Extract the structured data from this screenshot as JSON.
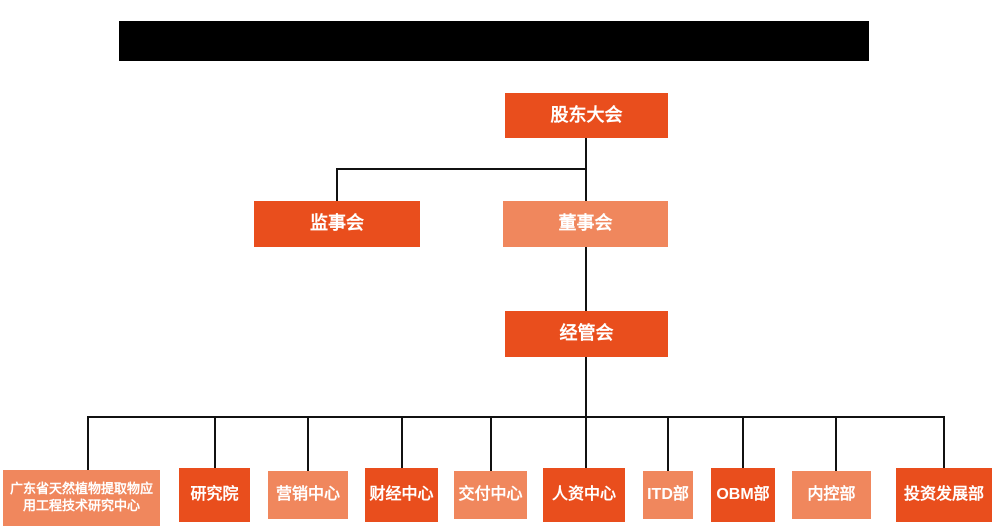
{
  "colors": {
    "primary": "#E94E1D",
    "secondary": "#F0875D",
    "line": "#111111",
    "node_text": "#FFFFFF",
    "redaction": "#000000",
    "background": "#FFFFFF"
  },
  "title_bar": {
    "type": "redacted-black-bar",
    "text": ""
  },
  "org_chart": {
    "type": "org-tree",
    "nodes": [
      {
        "label": "股东大会",
        "variant": "primary",
        "level": 1
      },
      {
        "label": "监事会",
        "variant": "primary",
        "level": 2
      },
      {
        "label": "董事会",
        "variant": "secondary",
        "level": 2
      },
      {
        "label": "经管会",
        "variant": "primary",
        "level": 3
      },
      {
        "label": "广东省天然植物提取物应用工程技术研究中心",
        "variant": "secondary",
        "level": 4
      },
      {
        "label": "研究院",
        "variant": "primary",
        "level": 4
      },
      {
        "label": "营销中心",
        "variant": "secondary",
        "level": 4
      },
      {
        "label": "财经中心",
        "variant": "primary",
        "level": 4
      },
      {
        "label": "交付中心",
        "variant": "secondary",
        "level": 4
      },
      {
        "label": "人资中心",
        "variant": "primary",
        "level": 4
      },
      {
        "label": "ITD部",
        "variant": "secondary",
        "level": 4
      },
      {
        "label": "OBM部",
        "variant": "primary",
        "level": 4
      },
      {
        "label": "内控部",
        "variant": "secondary",
        "level": 4
      },
      {
        "label": "投资发展部",
        "variant": "primary",
        "level": 4
      }
    ],
    "edges": [
      {
        "from": "股东大会",
        "to": "监事会"
      },
      {
        "from": "股东大会",
        "to": "董事会"
      },
      {
        "from": "董事会",
        "to": "经管会"
      },
      {
        "from": "经管会",
        "to": "广东省天然植物提取物应用工程技术研究中心"
      },
      {
        "from": "经管会",
        "to": "研究院"
      },
      {
        "from": "经管会",
        "to": "营销中心"
      },
      {
        "from": "经管会",
        "to": "财经中心"
      },
      {
        "from": "经管会",
        "to": "交付中心"
      },
      {
        "from": "经管会",
        "to": "人资中心"
      },
      {
        "from": "经管会",
        "to": "ITD部"
      },
      {
        "from": "经管会",
        "to": "OBM部"
      },
      {
        "from": "经管会",
        "to": "内控部"
      },
      {
        "from": "经管会",
        "to": "投资发展部"
      }
    ]
  }
}
